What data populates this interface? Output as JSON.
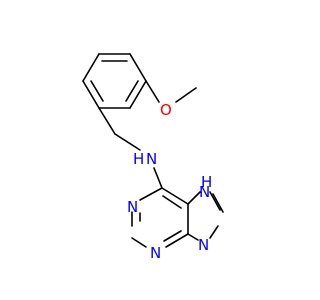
{
  "molecule": {
    "atoms": {
      "nh_linker": {
        "symbol": "N",
        "hydrogen": "H"
      },
      "methoxy_o": {
        "symbol": "O"
      },
      "purine_n1": {
        "symbol": "N"
      },
      "purine_n3": {
        "symbol": "N"
      },
      "purine_n7": {
        "symbol": "N",
        "hydrogen": "H"
      },
      "purine_n9": {
        "symbol": "N"
      }
    },
    "colors": {
      "nitrogen": "#0000ff",
      "oxygen": "#ff0000",
      "bond": "#000000"
    }
  }
}
